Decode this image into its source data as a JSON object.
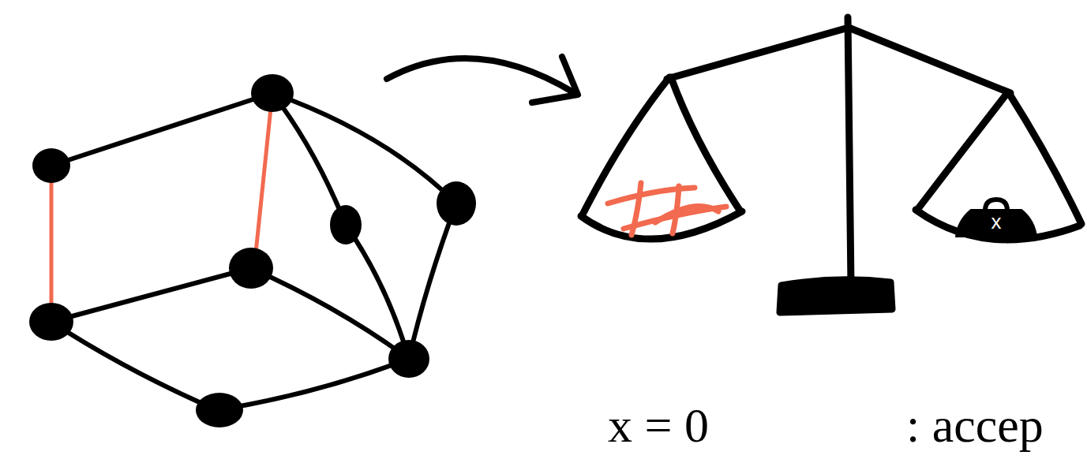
{
  "diagram": {
    "nodes": [
      {
        "text": [
          "x"
        ]
      }
    ],
    "labels": [
      "x = 0",
      ": accep"
    ]
  }
}
